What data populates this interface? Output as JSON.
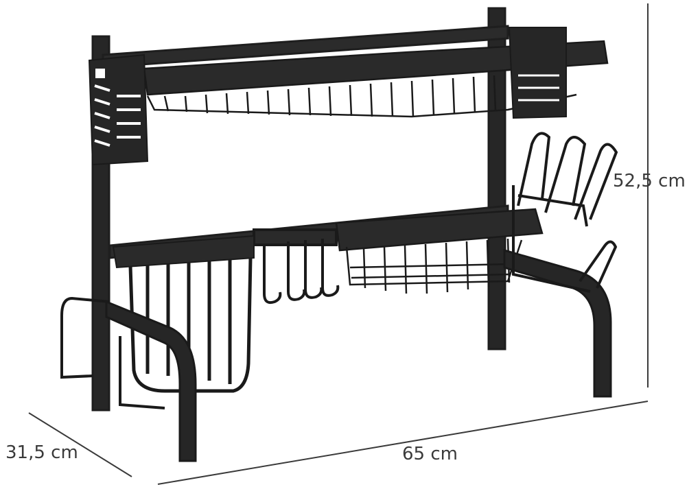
{
  "product": {
    "name_icon": "dish-drying-rack-illustration",
    "frame_color": "#1e1e1e",
    "basket_color": "#2a2a2a",
    "dimension_line_color": "#3a3a3a"
  },
  "dimensions": {
    "height": "52,5 cm",
    "width": "65 cm",
    "depth": "31,5 cm"
  }
}
